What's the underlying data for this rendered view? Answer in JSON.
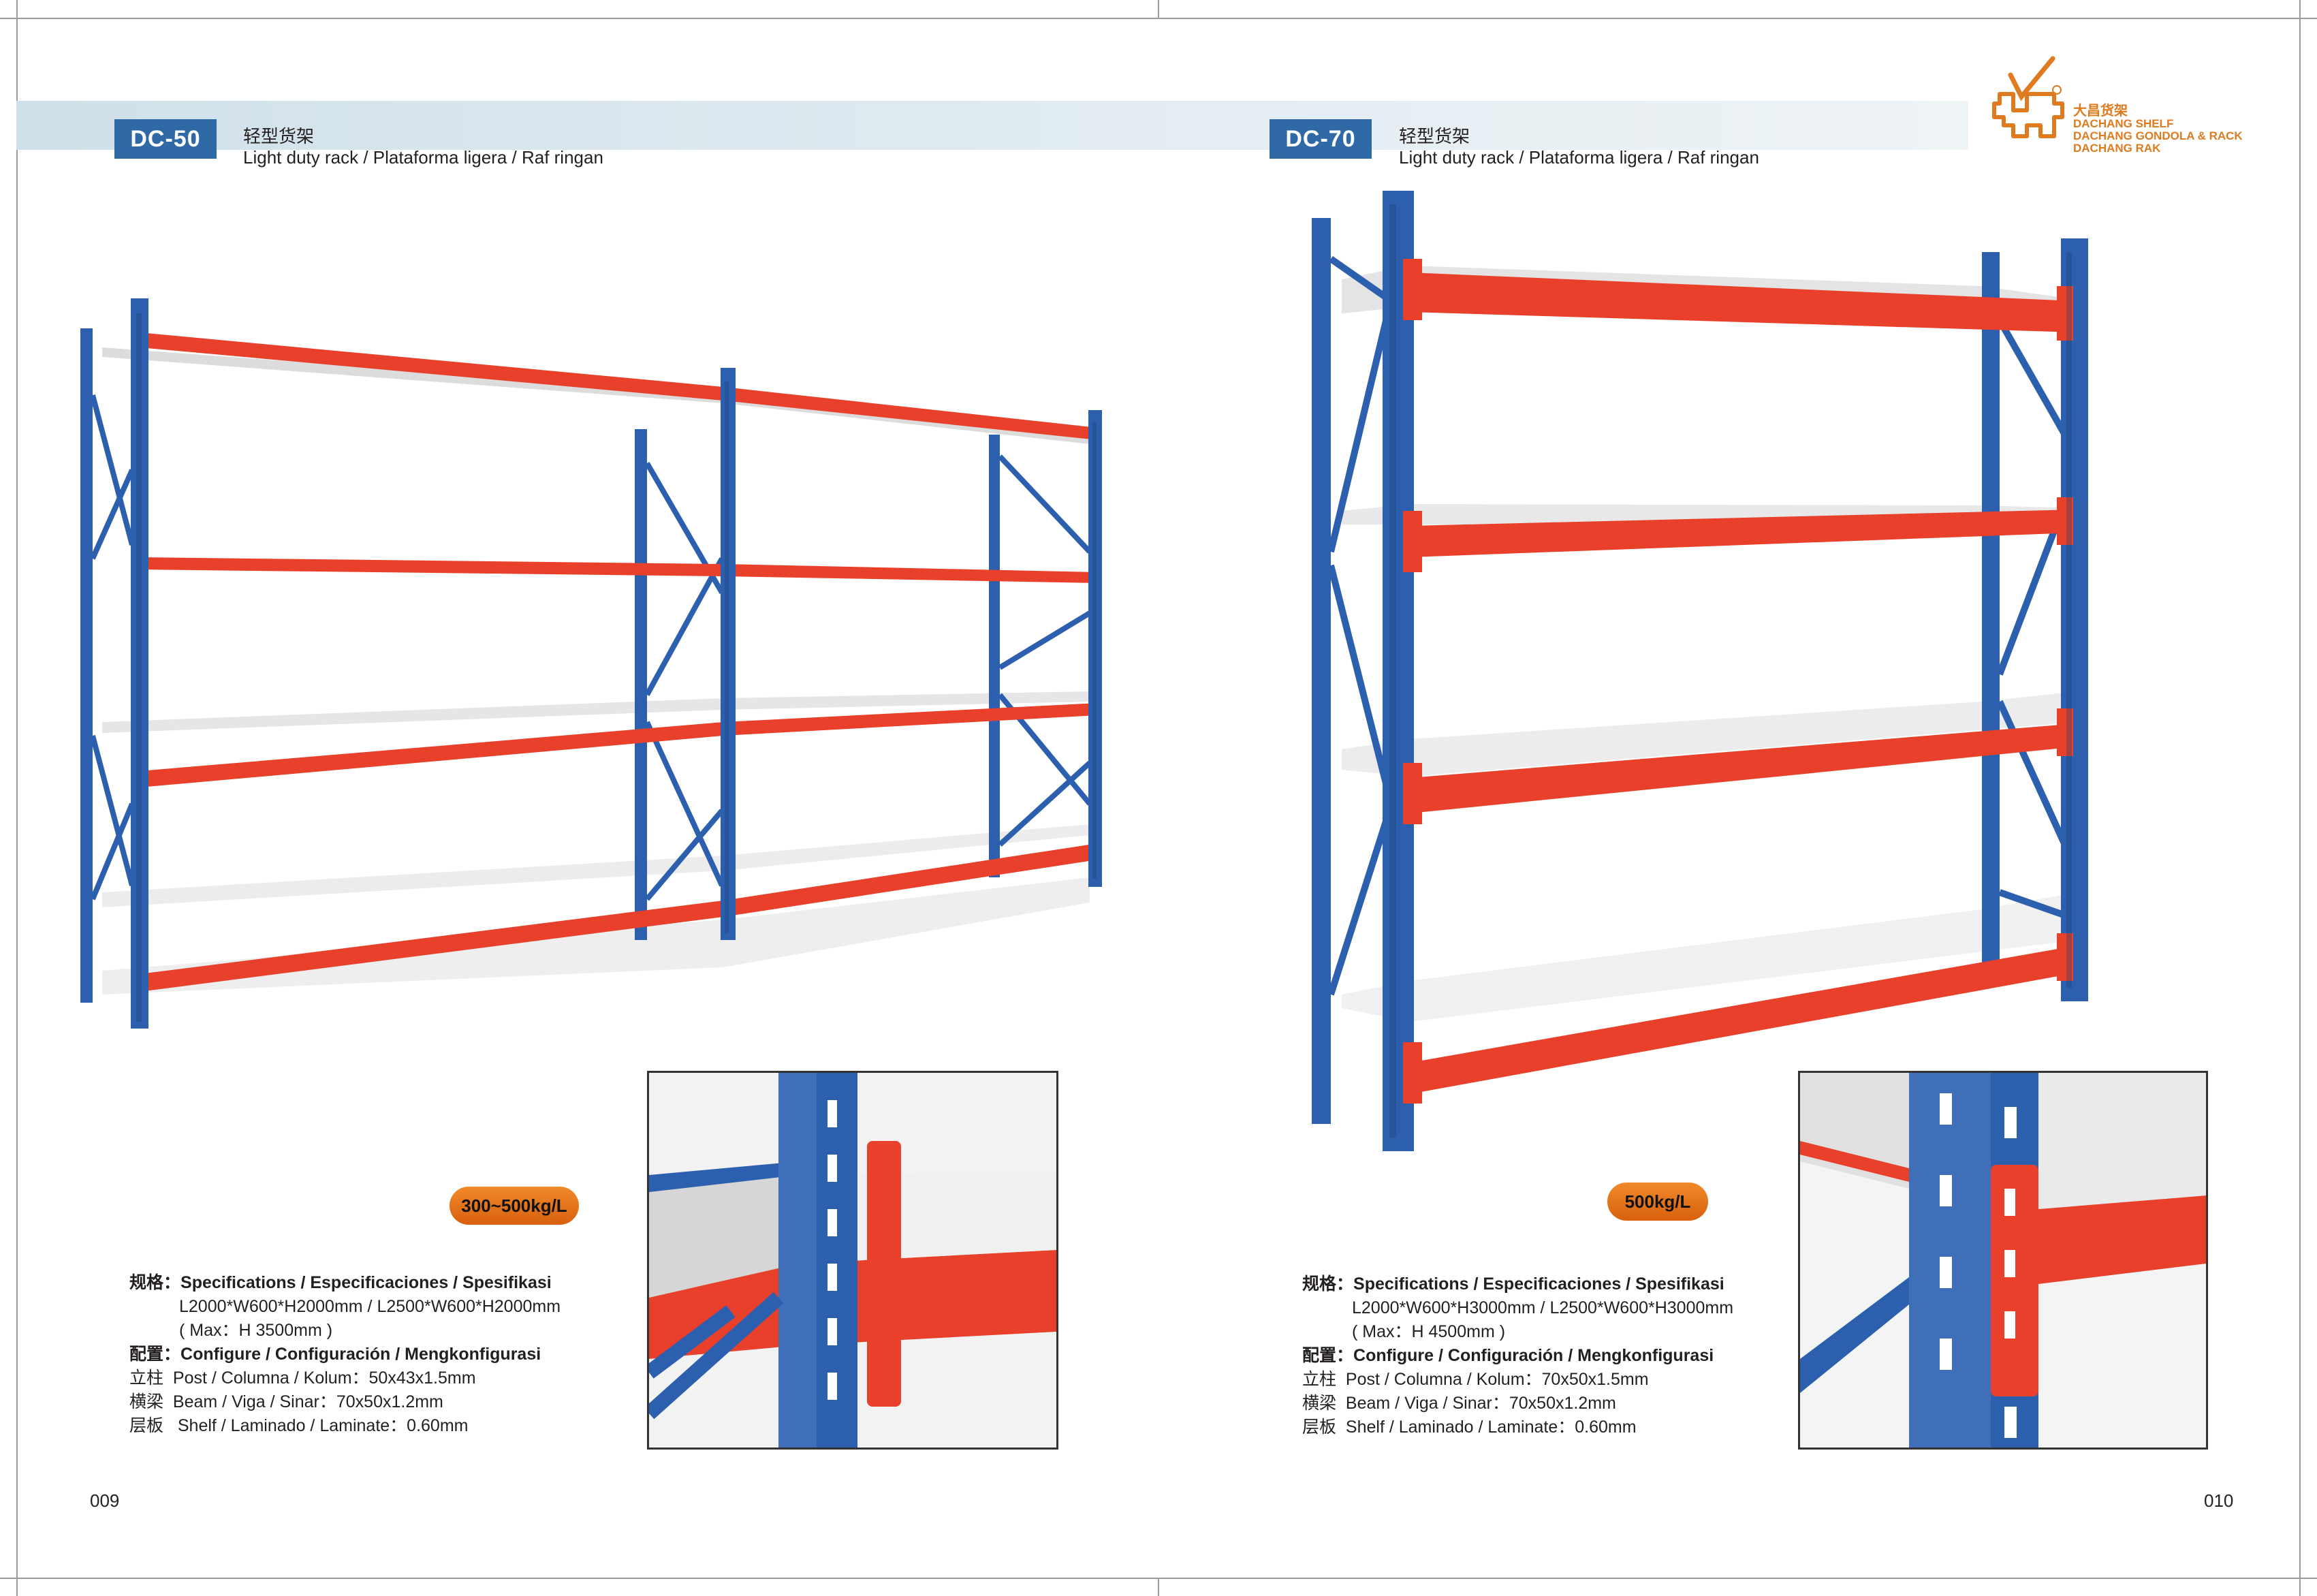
{
  "brand": {
    "cn": "大昌货架",
    "lines": [
      "DACHANG SHELF",
      "DACHANG GONDOLA & RACK",
      "DACHANG RAK"
    ],
    "color": "#e07a1e"
  },
  "pages": [
    {
      "model": "DC-50",
      "title_cn": "轻型货架",
      "title_en": "Light duty rack / Plataforma ligera / Raf ringan",
      "load": "300~500kg/L",
      "spec_head_cn": "规格：",
      "spec_head": "Specifications / Especificaciones / Spesifikasi",
      "spec_sizes": "L2000*W600*H2000mm / L2500*W600*H2000mm",
      "spec_max": "( Max：H 3500mm )",
      "config_head_cn": "配置：",
      "config_head": "Configure / Configuración / Mengkonfigurasi",
      "post_cn": "立柱",
      "post": "Post / Columna / Kolum：50x43x1.5mm",
      "beam_cn": "横梁",
      "beam": "Beam / Viga / Sinar：70x50x1.2mm",
      "shelf_cn": "层板",
      "shelf": "Shelf / Laminado / Laminate：0.60mm",
      "page_number": "009"
    },
    {
      "model": "DC-70",
      "title_cn": "轻型货架",
      "title_en": "Light duty rack / Plataforma ligera / Raf ringan",
      "load": "500kg/L",
      "spec_head_cn": "规格：",
      "spec_head": "Specifications / Especificaciones / Spesifikasi",
      "spec_sizes": "L2000*W600*H3000mm / L2500*W600*H3000mm",
      "spec_max": "( Max：H 4500mm )",
      "config_head_cn": "配置：",
      "config_head": "Configure / Configuración / Mengkonfigurasi",
      "post_cn": "立柱",
      "post": "Post / Columna / Kolum：70x50x1.5mm",
      "beam_cn": "横梁",
      "beam": "Beam / Viga / Sinar：70x50x1.2mm",
      "shelf_cn": "层板",
      "shelf": "Shelf / Laminado / Laminate：0.60mm",
      "page_number": "010"
    }
  ],
  "colors": {
    "post_blue": "#2c5fae",
    "beam_red": "#e8402a",
    "shelf_white": "#ececec",
    "header_band": "#d8e6ee",
    "badge_blue": "#2f6aa7",
    "load_orange": "#e8741c"
  }
}
